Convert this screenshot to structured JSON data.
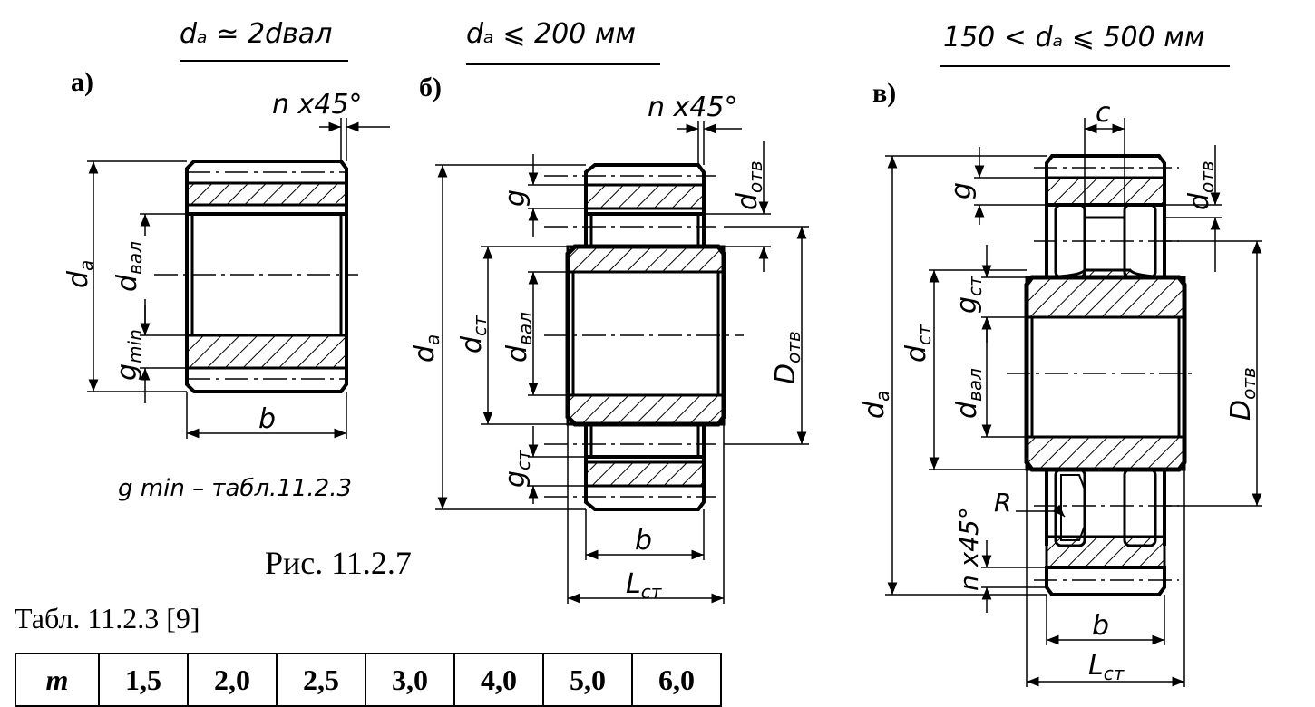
{
  "headers": {
    "a": "dₐ ≃ 2dвал",
    "b": "dₐ ⩽ 200 мм",
    "v": "150 < dₐ ⩽ 500 мм"
  },
  "view_labels": {
    "a": "а)",
    "b": "б)",
    "v": "в)"
  },
  "dims": {
    "chamfer": "n x45°",
    "da": "d",
    "da_sub": "a",
    "dval": "d",
    "dval_sub": "вал",
    "gmin": "g",
    "gmin_sub": "min",
    "b": "b",
    "g": "g",
    "dotv": "d",
    "dotv_sub": "отв",
    "dst": "d",
    "dst_sub": "ст",
    "Dotv": "D",
    "Dotv_sub": "отв",
    "gst": "g",
    "gst_sub": "ст",
    "Lst": "L",
    "Lst_sub": "ст",
    "c": "c",
    "R": "R"
  },
  "note": "g min –  табл.11.2.3",
  "caption": "Рис. 11.2.7",
  "table": {
    "title": "Табл. 11.2.3   [9]",
    "header": "m",
    "values": [
      "1,5",
      "2,0",
      "2,5",
      "3,0",
      "4,0",
      "5,0",
      "6,0"
    ]
  }
}
